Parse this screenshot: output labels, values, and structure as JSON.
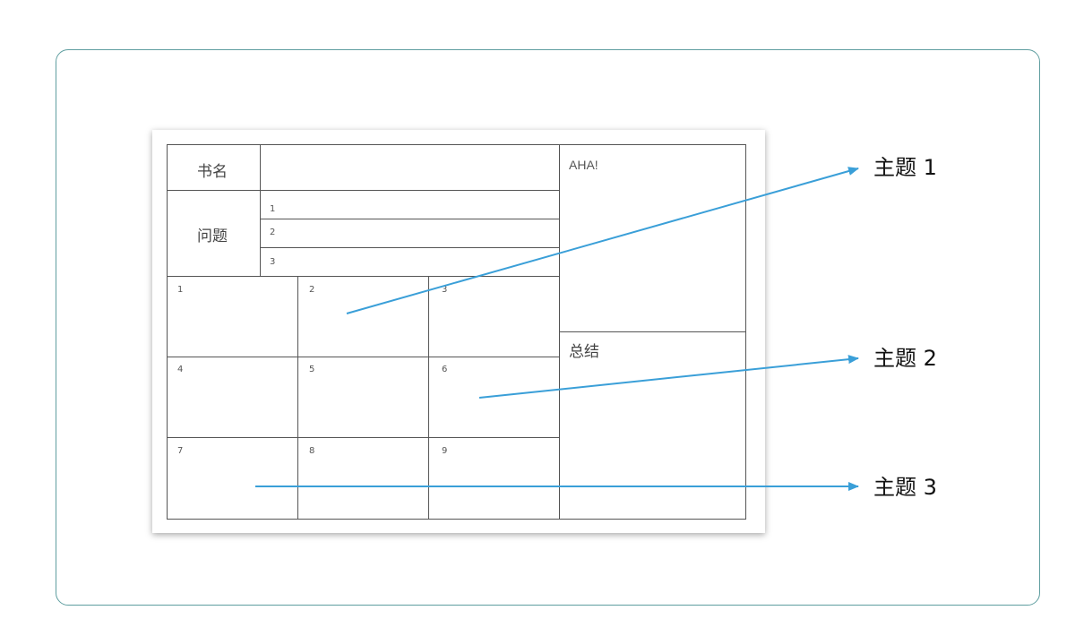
{
  "note_sheet": {
    "book_title_label": "书名",
    "questions_label": "问题",
    "question_numbers": [
      "1",
      "2",
      "3"
    ],
    "cell_numbers": [
      "1",
      "2",
      "3",
      "4",
      "5",
      "6",
      "7",
      "8",
      "9"
    ],
    "aha_label": "AHA!",
    "summary_label": "总结"
  },
  "topics": [
    "主题 1",
    "主题 2",
    "主题 3"
  ],
  "colors": {
    "frame_border": "#5f9ea0",
    "arrow": "#3a9fd8",
    "grid": "#555555"
  }
}
